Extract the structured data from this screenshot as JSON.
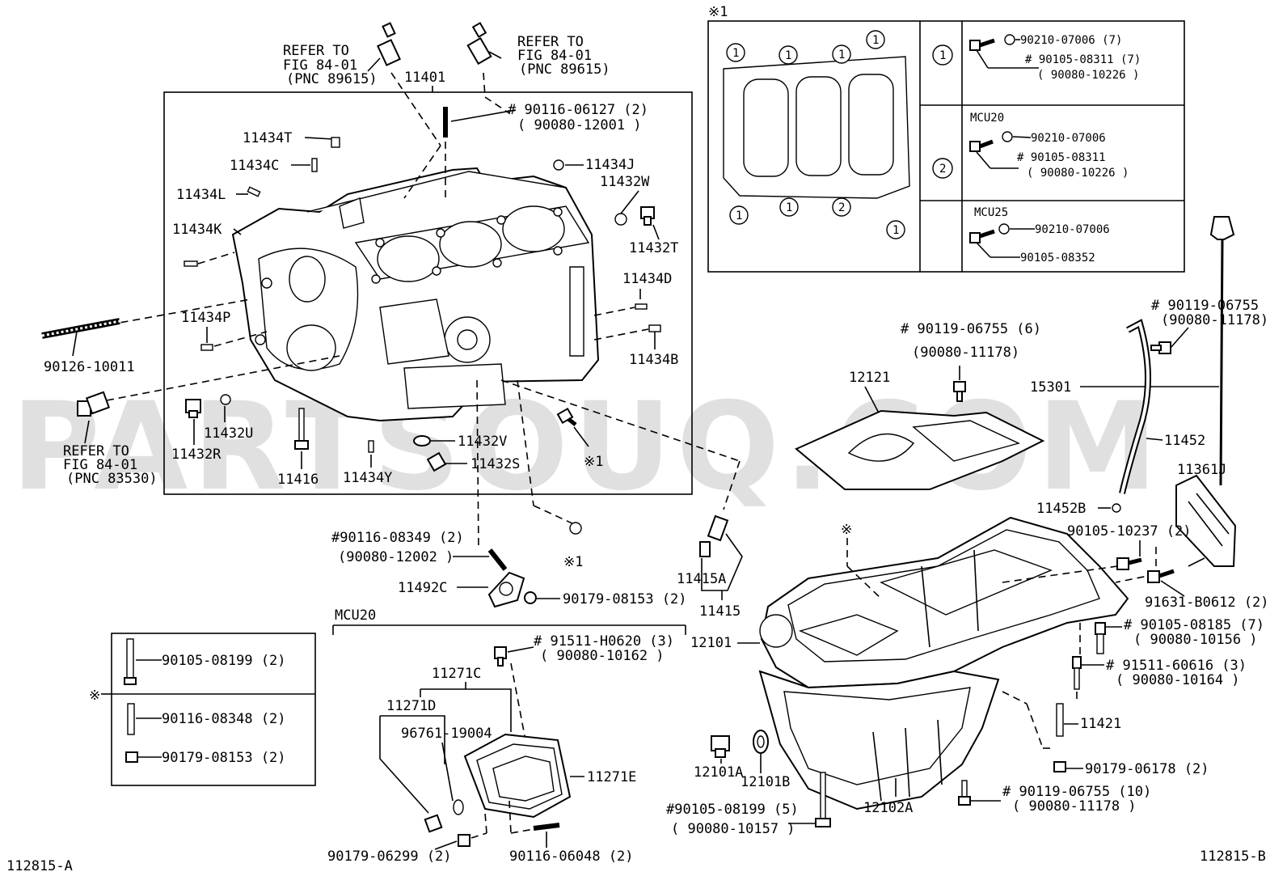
{
  "watermark": "PARTSOUQ.COM",
  "corners": {
    "left_code": "112815-A",
    "right_code": "112815-B"
  },
  "refer_blocks": [
    {
      "l1": "REFER TO",
      "l2": "FIG 84-01",
      "l3": "(PNC 89615)"
    },
    {
      "l1": "REFER TO",
      "l2": "FIG 84-01",
      "l3": "(PNC 89615)"
    },
    {
      "l1": "REFER TO",
      "l2": "FIG 84-01",
      "l3": "(PNC 83530)"
    }
  ],
  "labels": {
    "p11401": "11401",
    "p11434T": "11434T",
    "p11434C": "11434C",
    "p11434L": "11434L",
    "p11434K": "11434K",
    "p11434J": "11434J",
    "p11432W": "11432W",
    "p11432T": "11432T",
    "p11434D": "11434D",
    "p11434P": "11434P",
    "p11434B": "11434B",
    "p90126": "90126-10011",
    "p11432U": "11432U",
    "p11432R": "11432R",
    "p11416": "11416",
    "p11434Y": "11434Y",
    "p11432V": "11432V",
    "p11432S": "11432S",
    "p_ref1a": "※1",
    "p_ref1b": "※1",
    "p90116_06127": "# 90116-06127 (2)",
    "p90080_12001": "( 90080-12001 )",
    "p90116_08349": "#90116-08349 (2)",
    "p90080_12002": "(90080-12002  )",
    "p11492C": "11492C",
    "p90179_08153": "90179-08153 (2)",
    "p11415A": "11415A",
    "p11415": "11415",
    "pMCU20": "MCU20",
    "p12101": "12101",
    "p91511_H0620": "# 91511-H0620 (3)",
    "p90080_10162": "( 90080-10162 )",
    "p11271C": "11271C",
    "p11271D": "11271D",
    "p96761": "96761-19004",
    "p11271E": "11271E",
    "p90179_06299": "90179-06299 (2)",
    "p90116_06048": "90116-06048 (2)",
    "p12101A": "12101A",
    "p12101B": "12101B",
    "p90105_08199_5": "#90105-08199 (5)",
    "p90080_10157": "( 90080-10157 )",
    "p12102A": "12102A",
    "p90119_06755_10": "# 90119-06755 (10)",
    "p90080_11178_c": "( 90080-11178 )",
    "p90179_06178": "90179-06178 (2)",
    "p11421": "11421",
    "p91511_60616": "# 91511-60616 (3)",
    "p90080_10164": "( 90080-10164 )",
    "p90105_08185": "# 90105-08185 (7)",
    "p90080_10156": "( 90080-10156 )",
    "p91631": "91631-B0612 (2)",
    "p90105_10237": "90105-10237 (2)",
    "p11452B": "11452B",
    "p11361J": "11361J",
    "p11452": "11452",
    "p15301": "15301",
    "p90119_06755_a": "# 90119-06755",
    "p90080_11178_a": "(90080-11178)",
    "p90119_06755_6": "# 90119-06755 (6)",
    "p90080_11178_b": "(90080-11178)",
    "p12121": "12121",
    "p_star_pan": "※"
  },
  "inset": {
    "title": "※1",
    "circle_labels": [
      "1",
      "1",
      "1",
      "1",
      "1",
      "1",
      "2",
      "1"
    ],
    "rows": [
      {
        "circle": "1",
        "variant": "",
        "bolt": "90210-07006 (7)",
        "b2": "# 90105-08311 (7)",
        "b3": "( 90080-10226 )"
      },
      {
        "circle": "2",
        "variant": "MCU20",
        "bolt": "90210-07006",
        "b2": "# 90105-08311",
        "b3": "( 90080-10226 )"
      },
      {
        "circle": "",
        "variant": "MCU25",
        "bolt": "90210-07006",
        "b2": "90105-08352",
        "b3": ""
      }
    ]
  },
  "legend_box": {
    "marker": "※",
    "items": [
      "90105-08199 (2)",
      "90116-08348 (2)",
      "90179-08153 (2)"
    ]
  }
}
